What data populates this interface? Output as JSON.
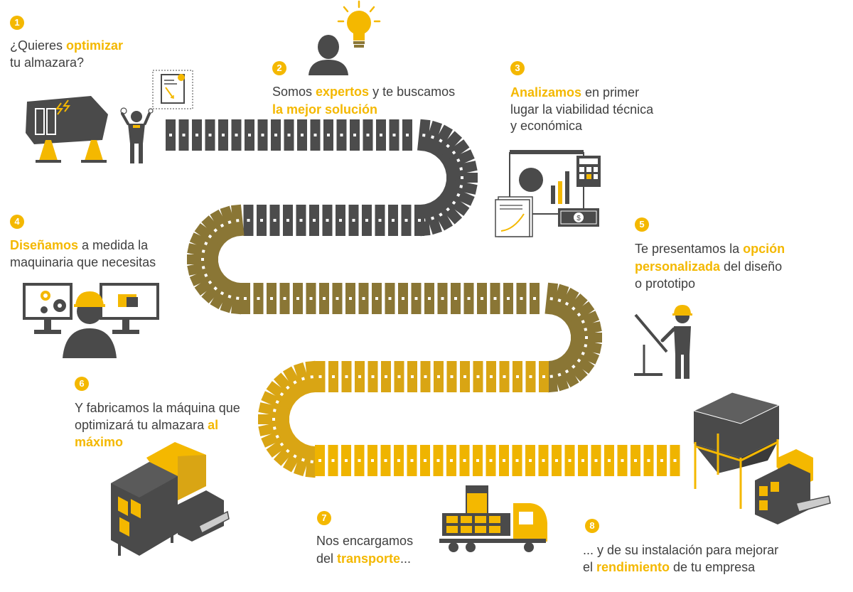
{
  "colors": {
    "accent": "#f4b800",
    "dark": "#4a4a4a",
    "belt_dark": "#4c4c4c",
    "belt_mid": "#8a7635",
    "belt_gold": "#d9a514",
    "belt_yellow": "#efb400",
    "text": "#3f3f3f"
  },
  "steps": [
    {
      "number": "1",
      "line1_a": "¿Quieres ",
      "line1_hl": "optimizar",
      "line2": "tu almazara?"
    },
    {
      "number": "2",
      "line1_a": "Somos ",
      "line1_hl": "expertos",
      "line1_b": " y te buscamos",
      "line2_hl": "la mejor solución"
    },
    {
      "number": "3",
      "line1_hl": "Analizamos",
      "line1_b": " en primer",
      "line2": "lugar la viabilidad técnica",
      "line3": "y económica"
    },
    {
      "number": "4",
      "line1_hl": "Diseñamos",
      "line1_b": " a medida la",
      "line2": "maquinaria que necesitas"
    },
    {
      "number": "5",
      "line1_a": "Te presentamos la ",
      "line1_hl": "opción",
      "line2_hl": "personalizada",
      "line2_b": " del diseño",
      "line3": "o prototipo"
    },
    {
      "number": "6",
      "line1": "Y fabricamos la máquina que",
      "line2_a": "optimizará tu almazara ",
      "line2_hl": "al",
      "line3_hl": "máximo"
    },
    {
      "number": "7",
      "line1": "Nos encargamos",
      "line2_a": "del ",
      "line2_hl": "transporte",
      "line2_b": "..."
    },
    {
      "number": "8",
      "line1": "... y de su instalación para mejorar",
      "line2_a": "el ",
      "line2_hl": "rendimiento",
      "line2_b": " de tu empresa"
    }
  ],
  "icons": [
    "lightbulb-icon",
    "thinking-person-icon",
    "broken-machine-icon",
    "stressed-worker-icon",
    "document-chart-icon",
    "analysis-dashboard-icon",
    "designer-monitors-icon",
    "engineer-drafting-icon",
    "machine-icon",
    "delivery-truck-icon",
    "hopper-installation-icon"
  ]
}
